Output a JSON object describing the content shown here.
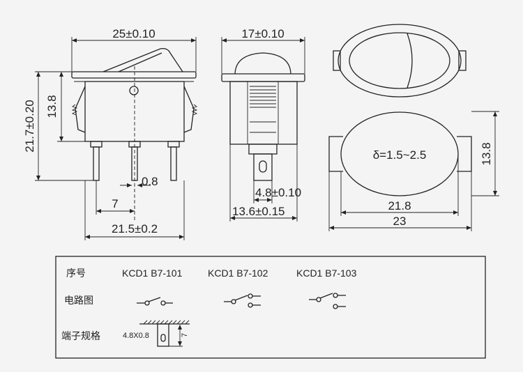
{
  "side_view": {
    "width_dim": "25±0.10",
    "height_total_dim": "21.7±0.20",
    "body_height_dim": "13.8",
    "pin_width_dim": "0.8",
    "pin_pitch_dim": "7",
    "pin_span_dim": "21.5±0.2"
  },
  "end_view": {
    "width_dim": "17±0.10",
    "terminal_width_dim": "4.8±0.10",
    "body_depth_dim": "13.6±0.15"
  },
  "cutout": {
    "thickness_label": "δ=1.5~2.5",
    "height_dim": "13.8",
    "width_dim": "21.8",
    "overall_width_dim": "23"
  },
  "table": {
    "row_labels": [
      "序号",
      "电路图",
      "端子规格"
    ],
    "models": [
      "KCD1 B7-101",
      "KCD1 B7-102",
      "KCD1 B7-103"
    ],
    "terminal_size": "4.8X0.8",
    "terminal_length": "7"
  }
}
